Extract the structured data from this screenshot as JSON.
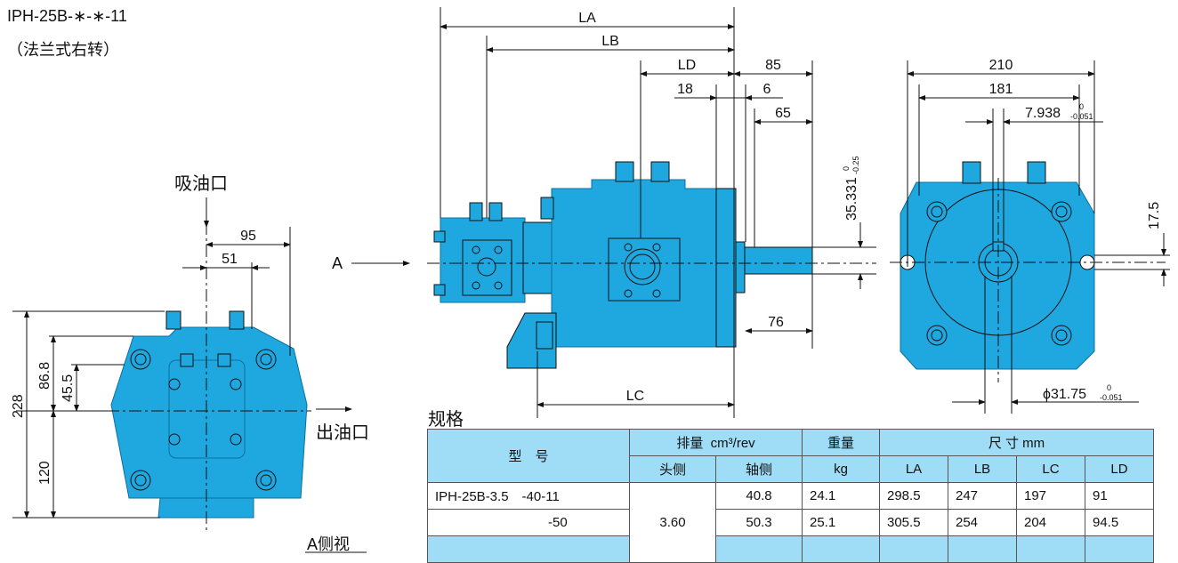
{
  "model_title": "IPH-25B-∗-∗-11",
  "model_subtitle": "（法兰式右转）",
  "labels": {
    "suction": "吸油口",
    "discharge": "出油口",
    "a_arrow": "A",
    "a_side_view": "A侧视",
    "spec_title": "规格"
  },
  "dims": {
    "LA": "LA",
    "LB": "LB",
    "LC": "LC",
    "LD": "LD",
    "d85": "85",
    "d18": "18",
    "d6": "6",
    "d65": "65",
    "d76": "76",
    "d95": "95",
    "d51": "51",
    "d228": "228",
    "d868": "86.8",
    "d455": "45.5",
    "d120": "120",
    "d210": "210",
    "d181": "181",
    "d175": "17.5",
    "d7938": "7.938",
    "d7938_tol_up": "0",
    "d7938_tol_dn": "-0.051",
    "d35331": "35.331",
    "d35331_tol_up": "0",
    "d35331_tol_dn": "-0.25",
    "d3175": "ϕ31.75",
    "d3175_tol_up": "0",
    "d3175_tol_dn": "-0.051"
  },
  "table": {
    "h_model": "型　号",
    "h_disp": "排量",
    "h_disp_unit": "cm³/rev",
    "h_weight": "重量",
    "h_weight_unit": "kg",
    "h_size": "尺 寸 mm",
    "h_head": "头侧",
    "h_shaft": "轴侧",
    "h_LA": "LA",
    "h_LB": "LB",
    "h_LC": "LC",
    "h_LD": "LD",
    "head_value": "3.60",
    "rows": [
      {
        "model": "IPH-25B-3.5　-40-11",
        "shaft": "40.8",
        "kg": "24.1",
        "LA": "298.5",
        "LB": "247",
        "LC": "197",
        "LD": "91"
      },
      {
        "model": "-50",
        "shaft": "50.3",
        "kg": "25.1",
        "LA": "305.5",
        "LB": "254",
        "LC": "204",
        "LD": "94.5"
      }
    ]
  },
  "colors": {
    "pump_body": "#1fa8e0",
    "pump_dark": "#1590c6",
    "header_fill": "#9fdcf5"
  }
}
